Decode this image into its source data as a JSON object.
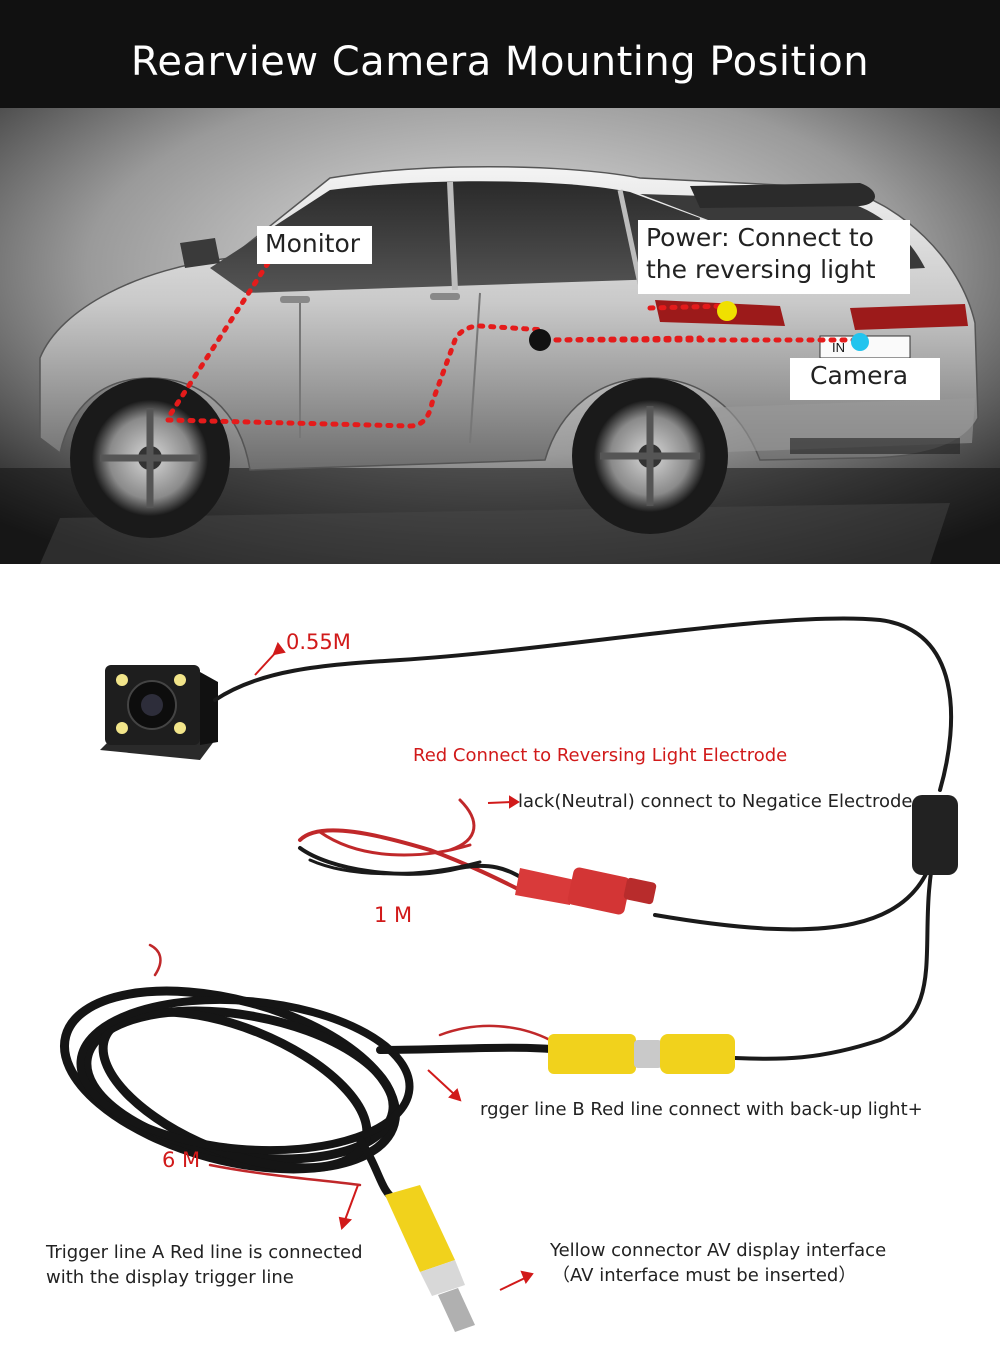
{
  "header": {
    "title": "Rearview Camera Mounting Position"
  },
  "car_diagram": {
    "labels": {
      "monitor": "Monitor",
      "power_line1": "Power: Connect to",
      "power_line2": "the reversing light",
      "camera": "Camera"
    },
    "route_color": "#e41b1b",
    "power_dot_color": "#f0e000",
    "camera_dot_color": "#22c4ee"
  },
  "cable_diagram": {
    "lengths": {
      "camera_lead": "0.55M",
      "power_lead": "1 M",
      "av_lead": "6 M"
    },
    "captions": {
      "red_wire": "Red Connect to Reversing Light Electrode",
      "black_wire": "lack(Neutral) connect to Negatice Electrode",
      "trigger_b": "rgger line B Red line connect with back-up light+",
      "trigger_a_line1": "Trigger line A Red line is connected",
      "trigger_a_line2": "with the display trigger line",
      "yellow_line1": "Yellow connector AV display interface",
      "yellow_line2": "（AV interface must be inserted）"
    },
    "arrow_color": "#d11a1a"
  }
}
